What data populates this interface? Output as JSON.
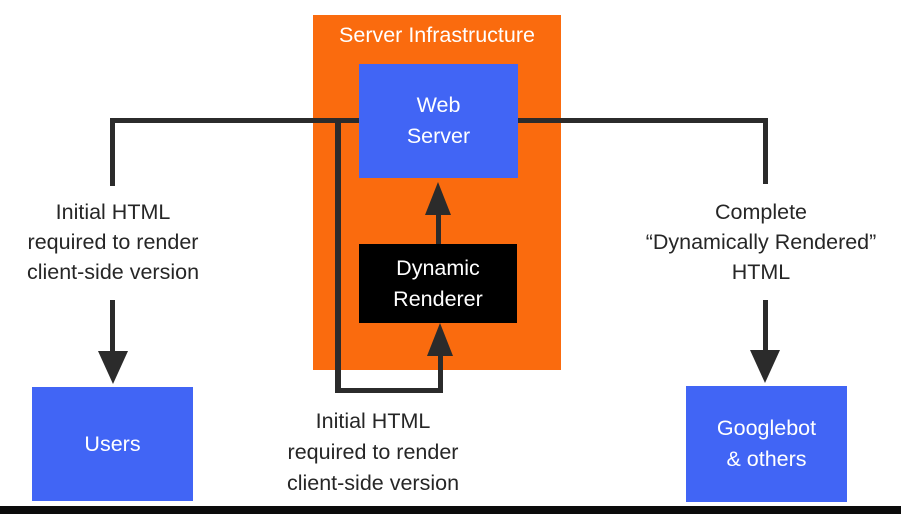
{
  "colors": {
    "background": "#ffffff",
    "orange": "#fa6b0e",
    "blue": "#4165f5",
    "black_box": "#000000",
    "line": "#2b2b2b",
    "text": "#262626",
    "white_text": "#ffffff",
    "bottom_bar": "#0b0b0b"
  },
  "diagram": {
    "server_infrastructure": {
      "title": "Server Infrastructure"
    },
    "web_server": {
      "line1": "Web",
      "line2": "Server"
    },
    "dynamic_renderer": {
      "line1": "Dynamic",
      "line2": "Renderer"
    },
    "users": {
      "label": "Users"
    },
    "googlebot": {
      "line1": "Googlebot",
      "line2": "& others"
    },
    "labels": {
      "left": {
        "lines": [
          "Initial HTML",
          "required to render",
          "client-side version"
        ]
      },
      "right": {
        "lines": [
          "Complete",
          "“Dynamically Rendered”",
          "HTML"
        ]
      },
      "bottom": {
        "lines": [
          "Initial HTML",
          "required to render",
          "client-side version"
        ]
      }
    }
  }
}
